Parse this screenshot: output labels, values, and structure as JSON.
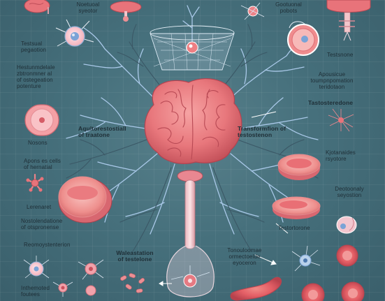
{
  "labels": {
    "top_center_left": "Noetuoal\nsyeotor",
    "top_right": "Gootuonal\npobots",
    "left_1": "Testsual\npegaotion",
    "right_1": "Testsnone",
    "left_2": "Hestunmdelale\nzbtronmner al\nof ostegeation\npotenture",
    "right_2": "Apousicue\ntoumpnpomation\nteridotaon",
    "right_3": "Tastosteredone",
    "center_1": "Aqultorestostiall\nof traatone",
    "center_2": "Transformfion of\ntestostenon",
    "left_3": "Nosons",
    "right_4": "Kjotanaides\nrsyotore",
    "left_4": "Apons es cells\nof hernatial",
    "right_5": "Deotoonaly\nseyostion",
    "left_5": "Lerenaret",
    "left_6": "Nostolendatione\nof otspronense",
    "right_6": "Testortorone",
    "left_7": "Reomoystenterion",
    "center_3": "Waleastation\nof testelone",
    "center_4": "Tonouloomae\normectoelde\neyoceron",
    "bottom_left": "Inthemoted\nfoutees"
  },
  "colors": {
    "background": "#46707c",
    "brain": "#e8777c",
    "brain_shadow": "#c9545c",
    "nerve": "#a9c8e8",
    "cell_pink": "#f0a3a4",
    "cell_red": "#e46a6e",
    "cell_blue": "#7aa3d6"
  }
}
